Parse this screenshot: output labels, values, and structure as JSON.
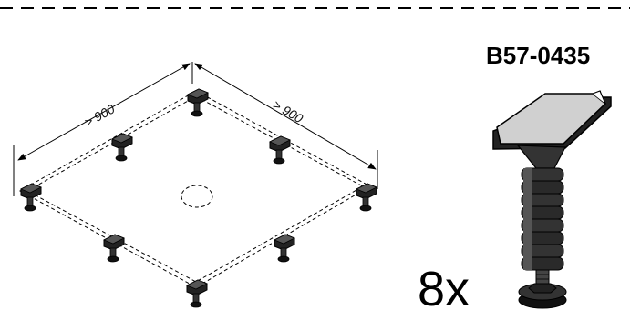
{
  "part_number": "B57-0435",
  "quantity": "8x",
  "dimensions": {
    "left": "> 900",
    "right": "> 900"
  },
  "colors": {
    "ink": "#000000",
    "foot_dark": "#222222",
    "foot_shade": "#444444",
    "plate_light": "#d0d0d0"
  }
}
